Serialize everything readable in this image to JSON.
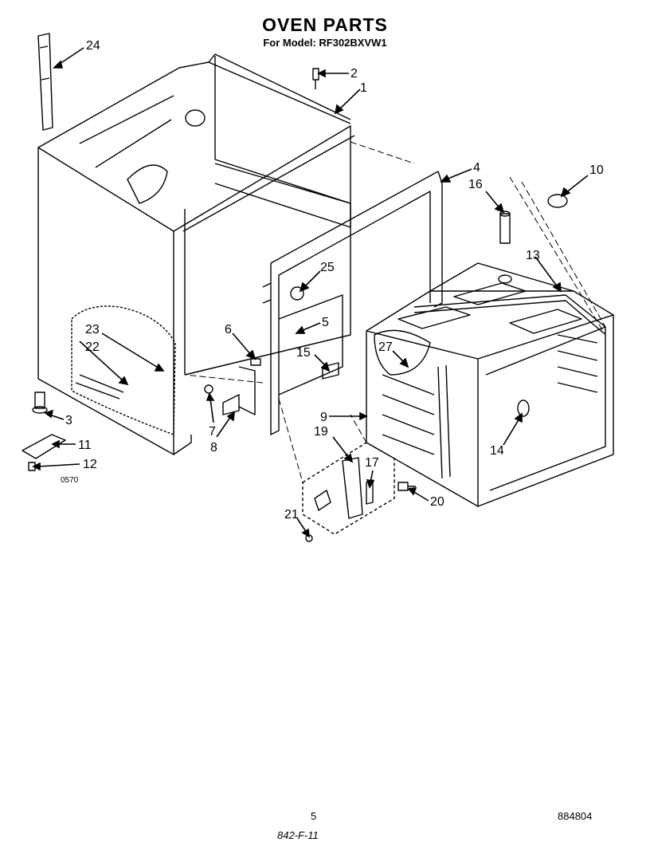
{
  "header": {
    "title": "OVEN PARTS",
    "subtitle": "For Model: RF302BXVW1"
  },
  "callouts": [
    {
      "id": "c24",
      "label": "24"
    },
    {
      "id": "c2",
      "label": "2"
    },
    {
      "id": "c1",
      "label": "1"
    },
    {
      "id": "c4",
      "label": "4"
    },
    {
      "id": "c10",
      "label": "10"
    },
    {
      "id": "c16",
      "label": "16"
    },
    {
      "id": "c13",
      "label": "13"
    },
    {
      "id": "c25",
      "label": "25"
    },
    {
      "id": "c5",
      "label": "5"
    },
    {
      "id": "c6",
      "label": "6"
    },
    {
      "id": "c23",
      "label": "23"
    },
    {
      "id": "c22",
      "label": "22"
    },
    {
      "id": "c15",
      "label": "15"
    },
    {
      "id": "c27",
      "label": "27"
    },
    {
      "id": "c3",
      "label": "3"
    },
    {
      "id": "c11",
      "label": "11"
    },
    {
      "id": "c12",
      "label": "12"
    },
    {
      "id": "c7",
      "label": "7"
    },
    {
      "id": "c8",
      "label": "8"
    },
    {
      "id": "c9",
      "label": "9"
    },
    {
      "id": "c19",
      "label": "19"
    },
    {
      "id": "c17",
      "label": "17"
    },
    {
      "id": "c14",
      "label": "14"
    },
    {
      "id": "c20",
      "label": "20"
    },
    {
      "id": "c21",
      "label": "21"
    }
  ],
  "diagram_code": "0570",
  "footer": {
    "page_number": "5",
    "document_number": "884804",
    "handwritten_note": "842-F-11"
  }
}
